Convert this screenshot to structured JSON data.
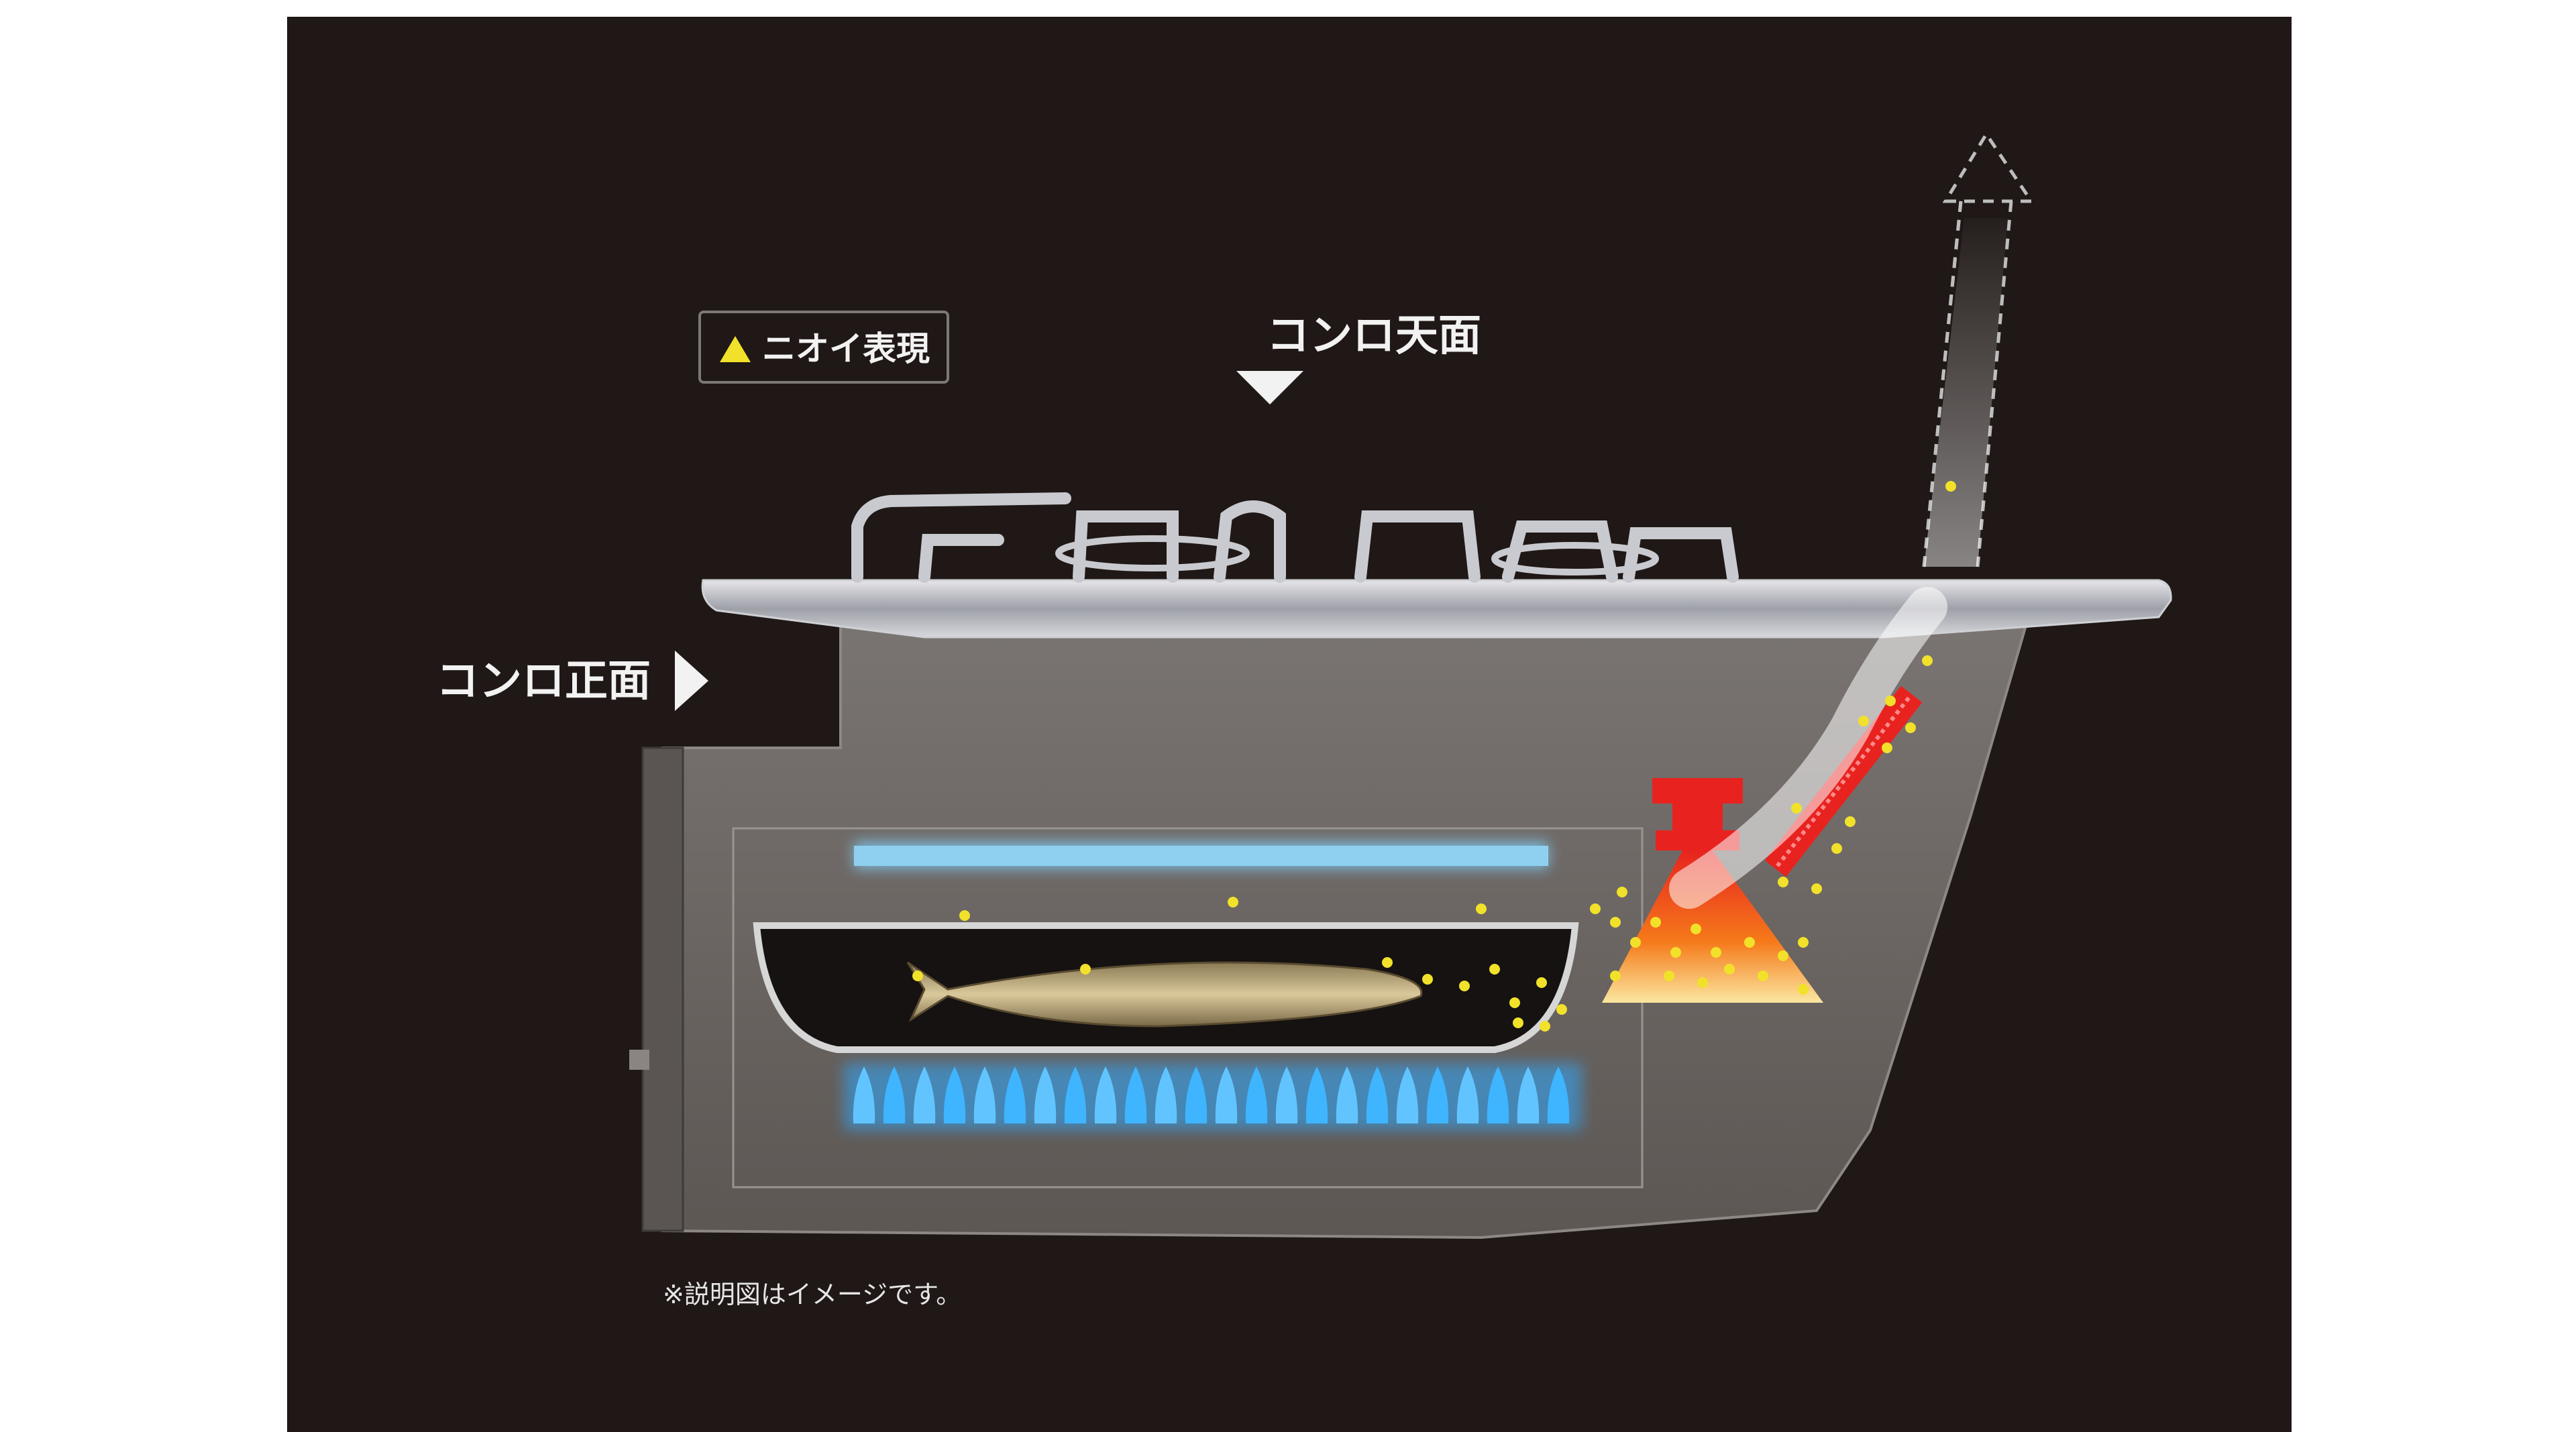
{
  "legend": {
    "label": "ニオイ表現",
    "color": "#f2e12a"
  },
  "labels": {
    "top_face": "コンロ天面",
    "front_face": "コンロ正面"
  },
  "footnote": "※説明図はイメージです。",
  "colors": {
    "background": "#1f1816",
    "odor": "#f2e12a",
    "flame": "#2fa9ff",
    "catalyst": "#e8231f",
    "body": "#6e6865"
  }
}
